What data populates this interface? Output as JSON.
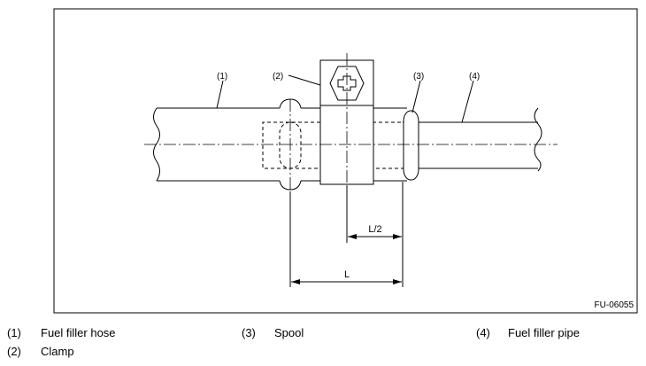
{
  "figure": {
    "code": "FU-06055",
    "callouts": [
      "(1)",
      "(2)",
      "(3)",
      "(4)"
    ],
    "dimensions": {
      "half": "L/2",
      "full": "L"
    }
  },
  "legend": [
    {
      "num": "(1)",
      "label": "Fuel filler hose"
    },
    {
      "num": "(2)",
      "label": "Clamp"
    },
    {
      "num": "(3)",
      "label": "Spool"
    },
    {
      "num": "(4)",
      "label": "Fuel filler pipe"
    }
  ]
}
